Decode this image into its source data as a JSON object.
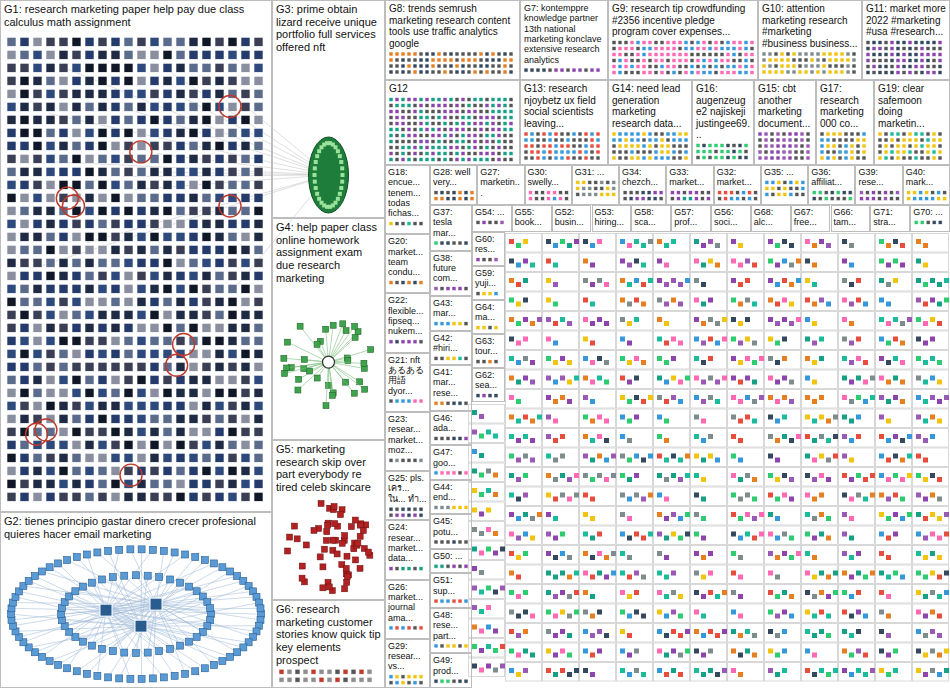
{
  "diagram": {
    "nodes": [
      {
        "text": [
          "G1: research marketing paper help pay due class calculus math assignment"
        ]
      },
      {
        "text": [
          "G2: tienes principio gastar dinero crecer profesional quieres hacer email marketing"
        ]
      },
      {
        "text": [
          "G3: prime obtain lizard receive unique portfolio full services offered nft"
        ]
      },
      {
        "text": [
          "G4: help paper class online homework assignment exam due research marketing"
        ]
      },
      {
        "text": [
          "G5: marketing research skip over part everybody re tired celeb skincare"
        ]
      },
      {
        "text": [
          "G6: research marketing customer stories know quick tip key elements prospect"
        ]
      },
      {
        "text": [
          "G8: trends semrush marketing research content tools use traffic analytics google"
        ]
      },
      {
        "text": [
          "G7: kontemppre knowledge partner 13th national marketing konclave extensive research analytics"
        ]
      },
      {
        "text": [
          "G9: research tip crowdfunding #2356 incentive pledge program cover expenses..."
        ]
      },
      {
        "text": [
          "G10: attention marketing research #marketing #business business..."
        ]
      },
      {
        "text": [
          "G11: market more 2022 #marketing #usa #research..."
        ]
      },
      {
        "text": [
          "G12"
        ]
      },
      {
        "text": [
          "G13: research njoybetz ux field social scientists leaving..."
        ]
      },
      {
        "text": [
          "G14: need lead generation marketing research data..."
        ]
      },
      {
        "text": [
          "G16: augenzeuge2 najiskeji justingee69..."
        ]
      },
      {
        "text": [
          "G15: cbt another marketing document..."
        ]
      },
      {
        "text": [
          "G17: research marketing 000 co..."
        ]
      },
      {
        "text": [
          "G19: clear safemoon doing marketin..."
        ]
      },
      {
        "text": [
          "G28: well very..."
        ]
      },
      {
        "text": [
          "G27: marketin..."
        ]
      },
      {
        "text": [
          "G30: swelly..."
        ]
      },
      {
        "text": [
          "G31: ..."
        ]
      },
      {
        "text": [
          "G34: chezch..."
        ]
      },
      {
        "text": [
          "G33: market..."
        ]
      },
      {
        "text": [
          "G32: market..."
        ]
      },
      {
        "text": [
          "G35: ..."
        ]
      },
      {
        "text": [
          "G36: affiliat..."
        ]
      },
      {
        "text": [
          "G39: rese..."
        ]
      },
      {
        "text": [
          "G40: mark..."
        ]
      },
      {
        "text": [
          "G18: encue... tenem... todas fichas..."
        ]
      },
      {
        "text": [
          "G20: market... team condu..."
        ]
      },
      {
        "text": [
          "G22: flexible... fipseq... nukem..."
        ]
      },
      {
        "text": [
          "G21: nft あるある 用語 dyor..."
        ]
      },
      {
        "text": [
          "G23: resear... market... moz..."
        ]
      },
      {
        "text": [
          "G25: pls. เคร... ใน... ทำ..."
        ]
      },
      {
        "text": [
          "G24: resear... market... data..."
        ]
      },
      {
        "text": [
          "G26: market... journal ama..."
        ]
      },
      {
        "text": [
          "G29: resear... vs..."
        ]
      },
      {
        "text": [
          "G37: tesla mar..."
        ]
      },
      {
        "text": [
          "G38: future com..."
        ]
      },
      {
        "text": [
          "G43: mar..."
        ]
      },
      {
        "text": [
          "G42: #hiri..."
        ]
      },
      {
        "text": [
          "G41: mar... rese..."
        ]
      },
      {
        "text": [
          "G46: ada..."
        ]
      },
      {
        "text": [
          "G47: goo..."
        ]
      },
      {
        "text": [
          "G44: end..."
        ]
      },
      {
        "text": [
          "G45: potu..."
        ]
      },
      {
        "text": [
          "G50: ..."
        ]
      },
      {
        "text": [
          "G51: sup..."
        ]
      },
      {
        "text": [
          "G48: rese... part..."
        ]
      },
      {
        "text": [
          "G49: prod..."
        ]
      },
      {
        "text": [
          "G54: ..."
        ]
      },
      {
        "text": [
          "G55: book..."
        ]
      },
      {
        "text": [
          "G52: busin..."
        ]
      },
      {
        "text": [
          "G53: hiring..."
        ]
      },
      {
        "text": [
          "G58: sca..."
        ]
      },
      {
        "text": [
          "G57: prof..."
        ]
      },
      {
        "text": [
          "G56: soci..."
        ]
      },
      {
        "text": [
          "G68: alc..."
        ]
      },
      {
        "text": [
          "G67: free..."
        ]
      },
      {
        "text": [
          "G66: tam..."
        ]
      },
      {
        "text": [
          "G71: stra..."
        ]
      },
      {
        "text": [
          "G70: ..."
        ]
      },
      {
        "text": [
          "G60: res..."
        ]
      },
      {
        "text": [
          "G59: yuji..."
        ]
      },
      {
        "text": [
          "G64: ma..."
        ]
      },
      {
        "text": [
          "G63: tour..."
        ]
      },
      {
        "text": [
          "G62: sea..."
        ]
      }
    ]
  }
}
